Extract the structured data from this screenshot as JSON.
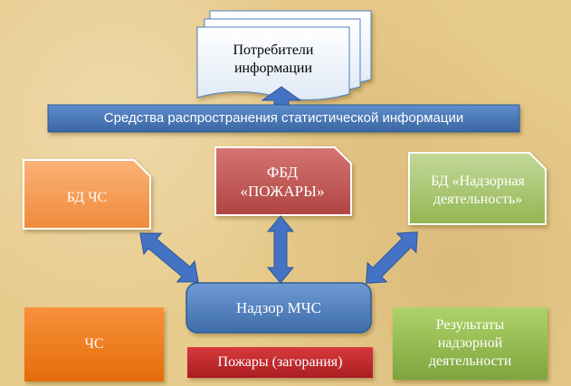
{
  "nodes": {
    "consumers": "Потребители информации",
    "distribution": "Средства распространения статистической информации",
    "bd_chs": "БД ЧС",
    "fbd_pozhary": "ФБД «ПОЖАРЫ»",
    "bd_nadzor": "БД «Надзорная деятельность»",
    "nadzor_mchs": "Надзор МЧС",
    "chs": "ЧС",
    "pozhary_zagoraniya": "Пожары (загорания)",
    "rezultaty": "Результаты надзорной деятельности"
  },
  "colors": {
    "blue": "#4f81bd",
    "blue_dark": "#2c5d96",
    "orange": "#f79646",
    "red": "#c0504d",
    "green": "#9bbb59",
    "red_dark": "#b5262a",
    "arrow": "#4472c4"
  }
}
